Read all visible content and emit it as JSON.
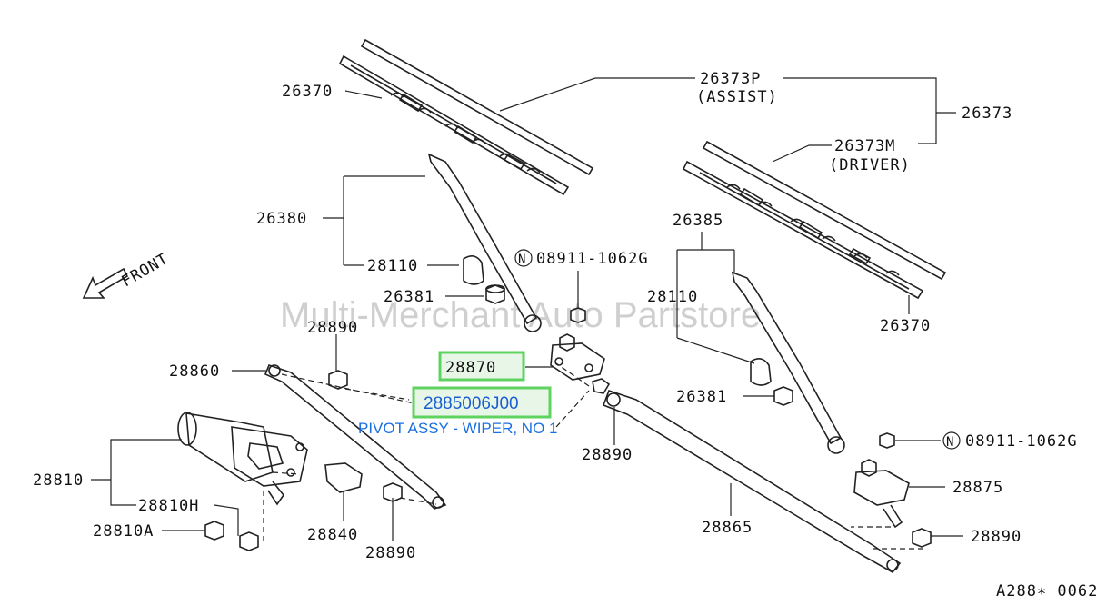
{
  "watermark": "Multi-Merchant Auto Partstore",
  "diagram_code": "A288∗ 0062",
  "front_label": "FRONT",
  "labels": {
    "l26370a": "26370",
    "l26373p": "26373P",
    "l_assist": "(ASSIST)",
    "l26373": "26373",
    "l26373m": "26373M",
    "l_driver": "(DRIVER)",
    "l26380": "26380",
    "l28110a": "28110",
    "l26381a": "26381",
    "l08911a": "08911-1062G",
    "l26385": "26385",
    "l28110b": "28110",
    "l26370b": "26370",
    "l28890a": "28890",
    "l28860": "28860",
    "l28870": "28870",
    "l26381b": "26381",
    "l28890b": "28890",
    "l08911b": "08911-1062G",
    "l28810": "28810",
    "l28810h": "28810H",
    "l28810a": "28810A",
    "l28840": "28840",
    "l28890c": "28890",
    "l28865": "28865",
    "l28875": "28875",
    "l28890d": "28890"
  },
  "highlight": {
    "part_number": "2885006J00",
    "description": "PIVOT ASSY - WIPER, NO 1"
  },
  "colors": {
    "highlight_border": "#5fd35f",
    "highlight_fill": "#e8f6e8",
    "highlight_text": "#1a5fd1"
  }
}
